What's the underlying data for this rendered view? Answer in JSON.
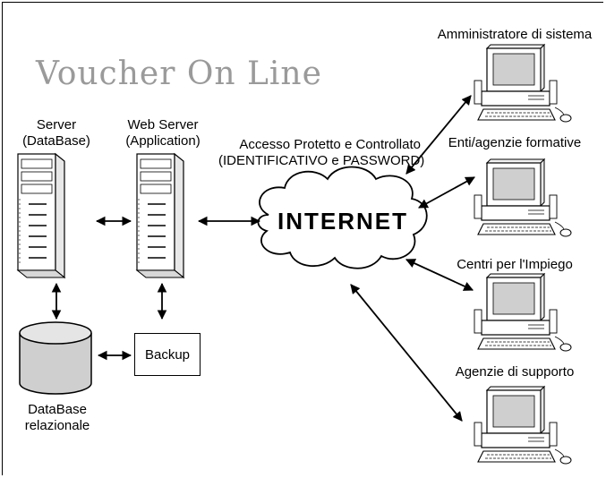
{
  "logo": {
    "text": "Voucher On Line"
  },
  "servers": {
    "db_server": {
      "line1": "Server",
      "line2": "(DataBase)"
    },
    "web_server": {
      "line1": "Web Server",
      "line2": "(Application)"
    }
  },
  "access": {
    "line1": "Accesso Protetto  e Controllato",
    "line2": "(IDENTIFICATIVO e PASSWORD)"
  },
  "internet": {
    "label": "INTERNET"
  },
  "backup": {
    "label": "Backup"
  },
  "database": {
    "line1": "DataBase",
    "line2": "relazionale"
  },
  "clients": [
    {
      "label": "Amministratore di sistema"
    },
    {
      "label": "Enti/agenzie formative"
    },
    {
      "label": "Centri per l'Impiego"
    },
    {
      "label": "Agenzie di supporto"
    }
  ],
  "colors": {
    "line": "#000000",
    "logo": "#9a9a9a",
    "monitor_screen": "#cfcfcf"
  }
}
